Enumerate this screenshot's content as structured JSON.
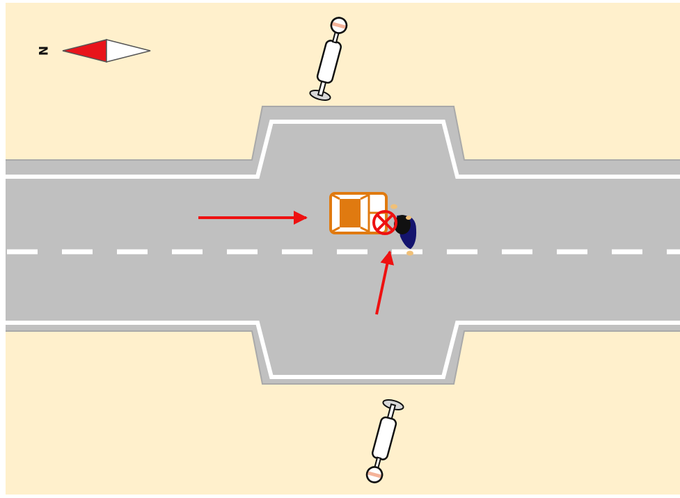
{
  "compass": {
    "label": "N",
    "icon": "north-arrow-icon",
    "colors": {
      "north": "#e8141b",
      "south": "#ffffff"
    }
  },
  "colors": {
    "ground": "#fff0cc",
    "road": "#c0c0c0",
    "road_edge": "#a9a9a9",
    "lane_marking": "#ffffff",
    "vehicle": "#e07a10",
    "arrow": "#ee1111",
    "pedestrian_body": "#14146e",
    "pedestrian_head": "#111111"
  },
  "elements": {
    "vehicle": "car-topdown-icon",
    "pedestrian": "pedestrian-topdown-icon",
    "collision": "collision-marker-icon",
    "vehicle_path": "vehicle-direction-arrow",
    "pedestrian_path": "pedestrian-direction-arrow",
    "bollard": "crossing-beacon-icon"
  }
}
